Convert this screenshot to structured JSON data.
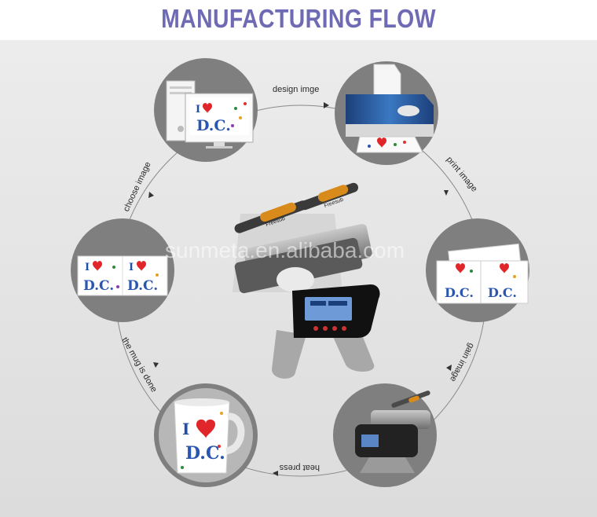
{
  "title": "MANUFACTURING FLOW",
  "colors": {
    "title": "#6f6ab4",
    "circle": "#7f7f80",
    "panel": "#e3e3e3",
    "arrow": "#333333",
    "heart": "#e0262b"
  },
  "watermark": "sunmeta.en.alibaba.com",
  "steps": [
    {
      "label": "design imge"
    },
    {
      "label": "print image"
    },
    {
      "label": "gain image"
    },
    {
      "label": "heat press"
    },
    {
      "label": "the mug is done"
    },
    {
      "label": "choose image"
    }
  ],
  "stations": [
    {
      "name": "computer",
      "icon": "computer-monitor-icon"
    },
    {
      "name": "printer",
      "icon": "printer-icon"
    },
    {
      "name": "transfer-papers",
      "icon": "transfer-paper-icon"
    },
    {
      "name": "heat-press-machine",
      "icon": "mug-press-icon"
    },
    {
      "name": "finished-mug",
      "icon": "mug-icon"
    },
    {
      "name": "printed-image",
      "icon": "transfer-paper-icon"
    }
  ],
  "artwork": {
    "i_text": "I",
    "d_text": "D.",
    "c_text": "C."
  },
  "machine": {
    "brand": "Freesub"
  }
}
